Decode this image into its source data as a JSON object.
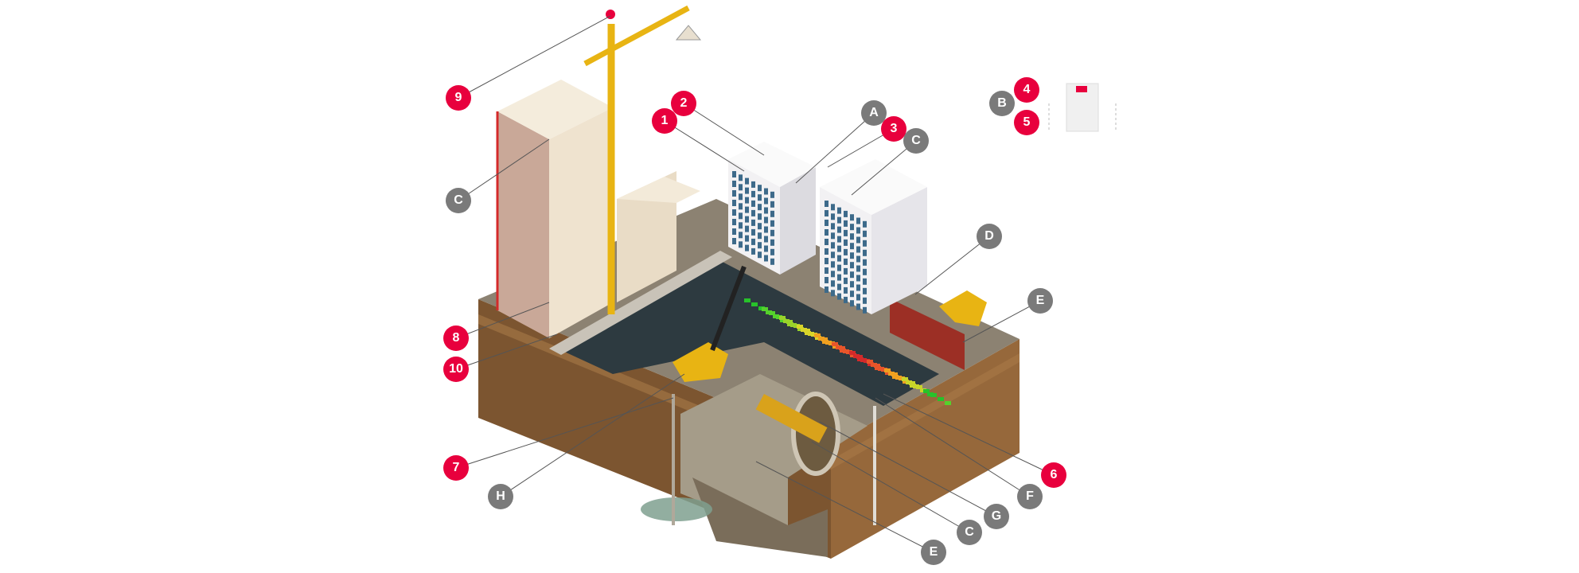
{
  "colors": {
    "sensor_marker": "#e8003d",
    "group_marker": "#7a7a7a",
    "soil": "#8a5f35",
    "asphalt": "#2d3a40",
    "ground": "#8c8272"
  },
  "markers": [
    {
      "label": "9",
      "kind": "sensor"
    },
    {
      "label": "2",
      "kind": "sensor"
    },
    {
      "label": "1",
      "kind": "sensor"
    },
    {
      "label": "A",
      "kind": "group"
    },
    {
      "label": "3",
      "kind": "sensor"
    },
    {
      "label": "C",
      "kind": "group"
    },
    {
      "label": "B",
      "kind": "group"
    },
    {
      "label": "4",
      "kind": "sensor"
    },
    {
      "label": "5",
      "kind": "sensor"
    },
    {
      "label": "C",
      "kind": "group"
    },
    {
      "label": "D",
      "kind": "group"
    },
    {
      "label": "E",
      "kind": "group"
    },
    {
      "label": "8",
      "kind": "sensor"
    },
    {
      "label": "10",
      "kind": "sensor"
    },
    {
      "label": "7",
      "kind": "sensor"
    },
    {
      "label": "H",
      "kind": "group"
    },
    {
      "label": "6",
      "kind": "sensor"
    },
    {
      "label": "F",
      "kind": "group"
    },
    {
      "label": "G",
      "kind": "group"
    },
    {
      "label": "C",
      "kind": "group"
    },
    {
      "label": "E",
      "kind": "group"
    }
  ]
}
